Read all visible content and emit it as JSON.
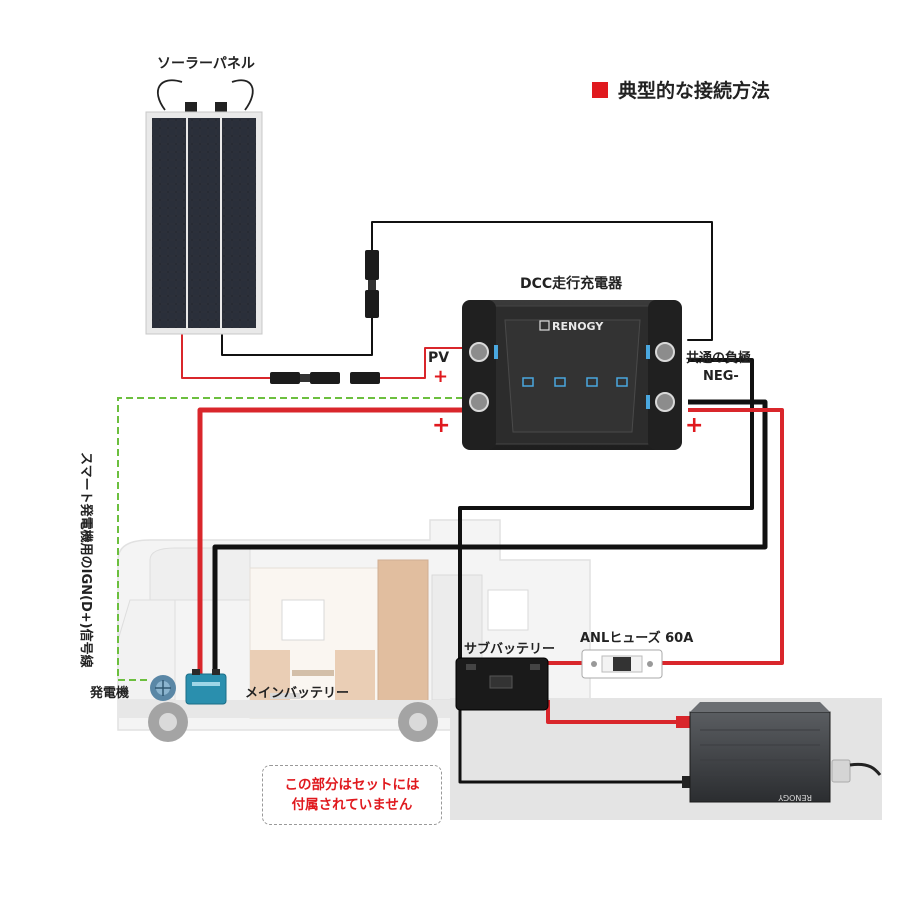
{
  "heading": "典型的な接続方法",
  "labels": {
    "solar_panel": "ソーラーパネル",
    "dcc_charger": "DCC走行充電器",
    "brand": "RENOGY",
    "pv": "PV",
    "pv_plus": "+",
    "common_negative": "共通の負極",
    "neg": "NEG-",
    "left_plus": "+",
    "right_plus": "+",
    "ign_signal": "スマート発電機用のIGN(D+)信号線",
    "alternator": "発電機",
    "main_battery": "メインバッテリー",
    "sub_battery": "サブバッテリー",
    "anl_fuse": "ANLヒューズ 60A",
    "inverter_brand": "RENOGY"
  },
  "note": {
    "line1": "この部分はセットには",
    "line2": "付属されていません"
  },
  "colors": {
    "accent_red": "#e0191e",
    "wire_red": "#d9262b",
    "wire_black": "#111111",
    "signal_green": "#6cbf3e",
    "charger_body": "#2a2a2a",
    "led_blue": "#4aa8e0"
  },
  "icons": {
    "solar_panel": "solar-panel-icon",
    "charger": "dcc-charger-icon",
    "vehicle": "camper-van-icon",
    "battery": "battery-icon",
    "fuse": "fuse-icon",
    "inverter": "inverter-icon"
  }
}
